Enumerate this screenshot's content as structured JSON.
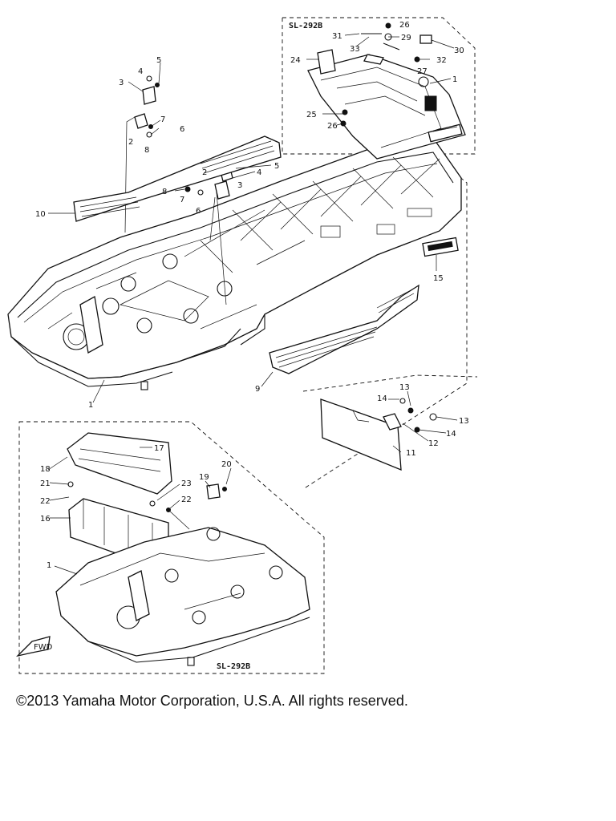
{
  "diagram": {
    "box_labels": {
      "top_right": "SL-292B",
      "bottom": "SL-292B"
    },
    "front_marker": "FWD",
    "callouts": [
      {
        "id": "c-top-26",
        "text": "26"
      },
      {
        "id": "c-top-31",
        "text": "31"
      },
      {
        "id": "c-top-33",
        "text": "33"
      },
      {
        "id": "c-top-29",
        "text": "29"
      },
      {
        "id": "c-top-30",
        "text": "30"
      },
      {
        "id": "c-top-24",
        "text": "24"
      },
      {
        "id": "c-top-32",
        "text": "32"
      },
      {
        "id": "c-top-27",
        "text": "27"
      },
      {
        "id": "c-top-1",
        "text": "1"
      },
      {
        "id": "c-top-25",
        "text": "25"
      },
      {
        "id": "c-top-28",
        "text": "26"
      },
      {
        "id": "c-5a",
        "text": "5"
      },
      {
        "id": "c-4a",
        "text": "4"
      },
      {
        "id": "c-3a",
        "text": "3"
      },
      {
        "id": "c-7a",
        "text": "7"
      },
      {
        "id": "c-6a",
        "text": "6"
      },
      {
        "id": "c-2a",
        "text": "2"
      },
      {
        "id": "c-8a",
        "text": "8"
      },
      {
        "id": "c-5b",
        "text": "5"
      },
      {
        "id": "c-4b",
        "text": "4"
      },
      {
        "id": "c-2b",
        "text": "2"
      },
      {
        "id": "c-3b",
        "text": "3"
      },
      {
        "id": "c-8b",
        "text": "8"
      },
      {
        "id": "c-7b",
        "text": "7"
      },
      {
        "id": "c-6b",
        "text": "6"
      },
      {
        "id": "c-10",
        "text": "10"
      },
      {
        "id": "c-15",
        "text": "15"
      },
      {
        "id": "c-9",
        "text": "9"
      },
      {
        "id": "c-1a",
        "text": "1"
      },
      {
        "id": "c-13a",
        "text": "13"
      },
      {
        "id": "c-14a",
        "text": "14"
      },
      {
        "id": "c-13b",
        "text": "13"
      },
      {
        "id": "c-14b",
        "text": "14"
      },
      {
        "id": "c-12",
        "text": "12"
      },
      {
        "id": "c-11",
        "text": "11"
      },
      {
        "id": "c-17",
        "text": "17"
      },
      {
        "id": "c-18a",
        "text": "18"
      },
      {
        "id": "c-21",
        "text": "21"
      },
      {
        "id": "c-22a",
        "text": "22"
      },
      {
        "id": "c-16",
        "text": "16"
      },
      {
        "id": "c-19",
        "text": "19"
      },
      {
        "id": "c-20",
        "text": "20"
      },
      {
        "id": "c-23",
        "text": "23"
      },
      {
        "id": "c-22b",
        "text": "22"
      },
      {
        "id": "c-1b",
        "text": "1"
      }
    ]
  },
  "footer": {
    "copyright": "©2013 Yamaha Motor Corporation, U.S.A. All rights reserved."
  }
}
